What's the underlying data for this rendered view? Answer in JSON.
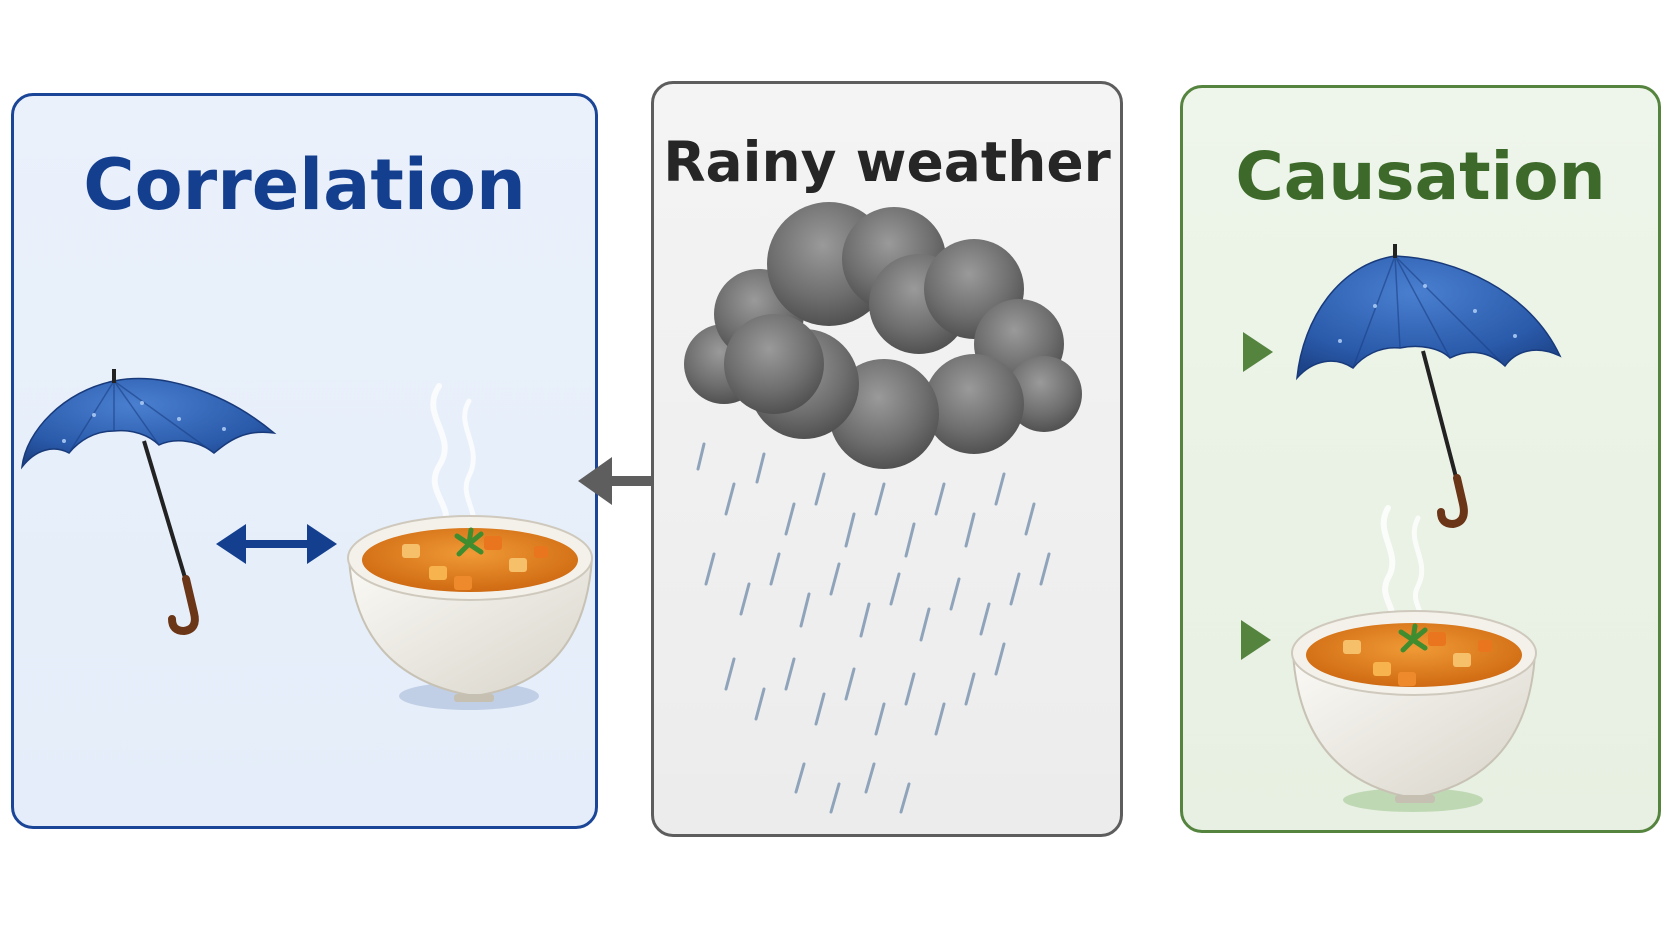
{
  "panels": {
    "correlation": {
      "title": "Correlation",
      "border_color": "#1b4597",
      "title_color": "#143f8f"
    },
    "rain": {
      "title": "Rainy weather",
      "border_color": "#5d5d5d",
      "title_color": "#262626"
    },
    "causation": {
      "title": "Causation",
      "border_color": "#55843f",
      "title_color": "#3d6a2a"
    }
  },
  "icons": {
    "umbrella": "umbrella-icon",
    "soup": "soup-bowl-icon",
    "cloud": "rain-cloud-icon"
  },
  "connectors": {
    "correlation_link": "double-headed-arrow",
    "confounder_arrow": "rain-to-correlation-arrow",
    "cause_umbrella": "rain-to-umbrella-arrow",
    "cause_soup": "rain-to-soup-arrow"
  }
}
